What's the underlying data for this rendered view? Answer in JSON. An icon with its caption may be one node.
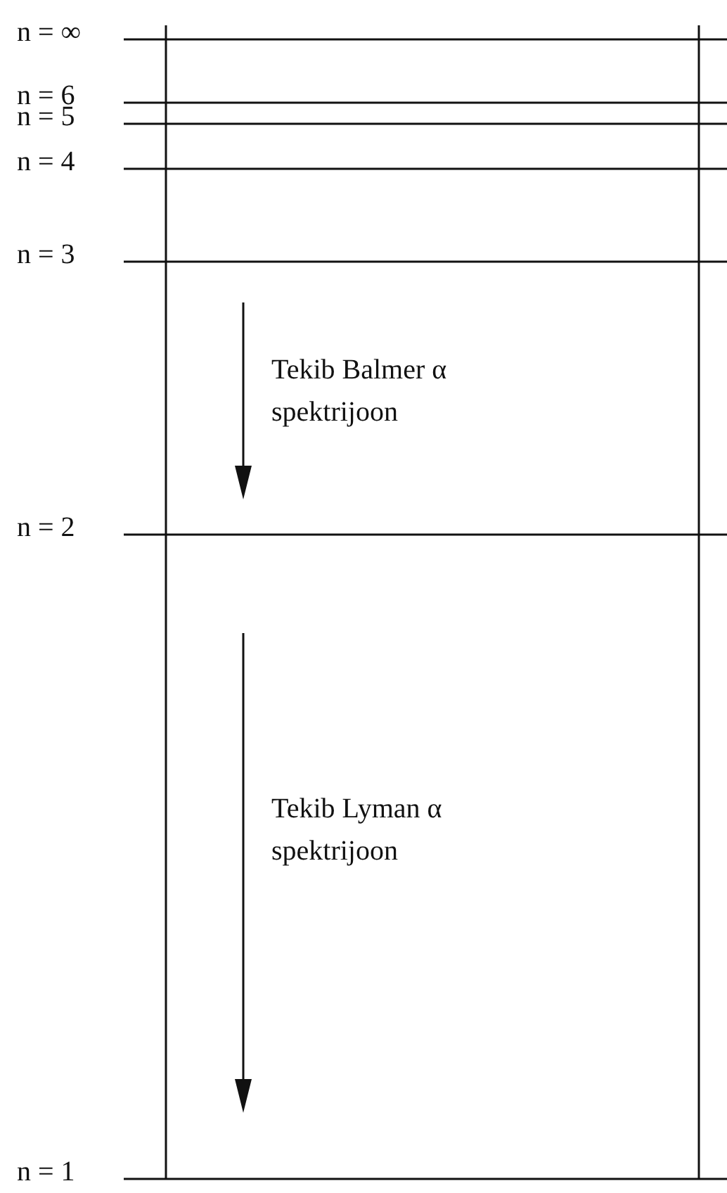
{
  "diagram": {
    "labels": [
      "n = ∞",
      "n = 6",
      "n = 5",
      "n = 4",
      "n = 3",
      "Tekib Balmer α spektrijoon",
      "n = 2",
      "Tekib Lyman α spektrijoon",
      "n = 1"
    ]
  }
}
